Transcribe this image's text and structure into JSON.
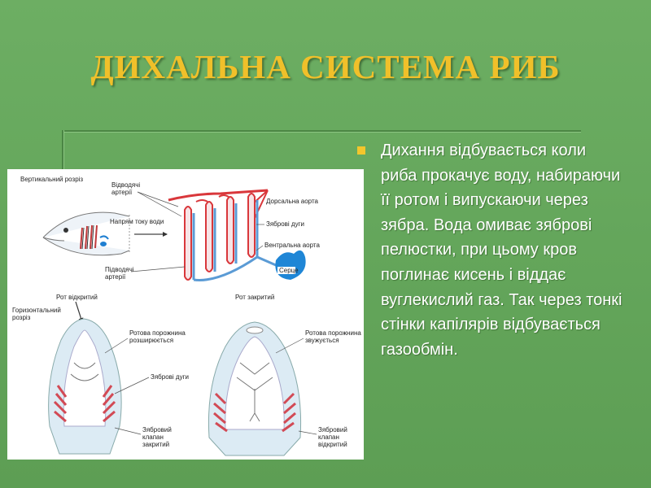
{
  "slide": {
    "title": "ДИХАЛЬНА СИСТЕМА РИБ",
    "bullet_text": "Дихання відбувається коли риба прокачує воду, набираючи її ротом і випускаючи через зябра. Вода омиває зяброві пелюстки, при цьому кров поглинає кисень і віддає вуглекислий газ. Так через тонкі стінки капілярів відбувається газообмін.",
    "colors": {
      "background": "#66a85d",
      "title": "#f0c02a",
      "bullet": "#f3c62c",
      "text": "#ffffff"
    }
  },
  "diagram": {
    "vertical_section": "Вертикальний розріз",
    "efferent_arteries": [
      "Відводячі",
      "артерії"
    ],
    "water_flow": "Напрям току води",
    "dorsal_aorta": "Дорсальна аорта",
    "gill_arches_top": "Зяброві дуги",
    "ventral_aorta": "Вентральна аорта",
    "heart": "Серце",
    "afferent_arteries": [
      "Підводячі",
      "артерії"
    ],
    "mouth_open": "Рот відкритий",
    "mouth_closed": "Рот закритий",
    "horizontal_section": [
      "Горизонтальний",
      "розріз"
    ],
    "oral_cavity_expanding": [
      "Ротова порожнина",
      "розширюється"
    ],
    "oral_cavity_narrowing": [
      "Ротова порожнина",
      "звужується"
    ],
    "gill_arches_bottom": "Зяброві дуги",
    "valve_closed": [
      "Зябровий",
      "клапан",
      "закритий"
    ],
    "valve_open": [
      "Зябровий",
      "клапан",
      "відкритий"
    ]
  }
}
